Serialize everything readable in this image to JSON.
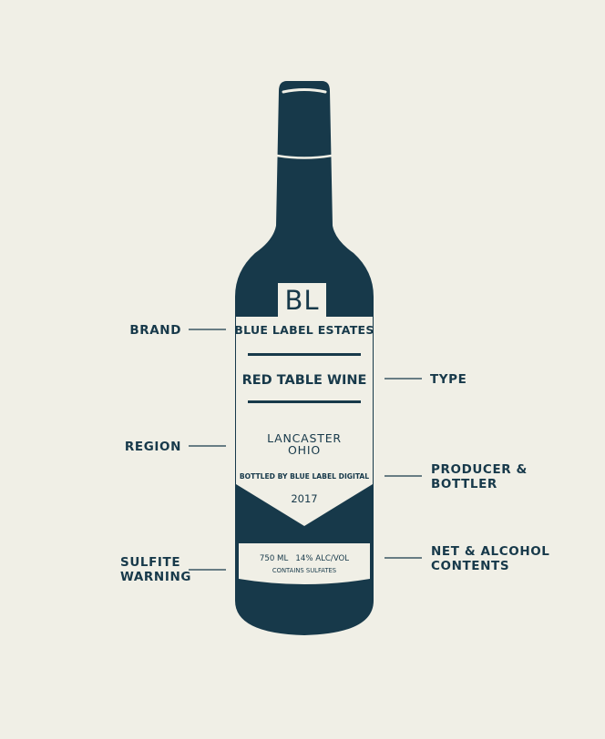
{
  "colors": {
    "background": "#f0efe6",
    "bottle": "#17394a",
    "label": "#f0efe6",
    "text": "#17394a"
  },
  "bottle_label": {
    "logo": "BL",
    "brand": "BLUE LABEL ESTATES",
    "type": "RED TABLE WINE",
    "region_line1": "LANCASTER",
    "region_line2": "OHIO",
    "bottler": "BOTTLED BY BLUE LABEL DIGITAL",
    "vintage": "2017",
    "contents": "750 ML   14% ALC/VOL",
    "sulfites": "CONTAINS SULFATES"
  },
  "callouts": {
    "brand": "BRAND",
    "type": "TYPE",
    "region": "REGION",
    "producer_line1": "PRODUCER &",
    "producer_line2": "BOTTLER",
    "sulfite_line1": "SULFITE",
    "sulfite_line2": "WARNING",
    "net_line1": "NET & ALCOHOL",
    "net_line2": "CONTENTS"
  }
}
